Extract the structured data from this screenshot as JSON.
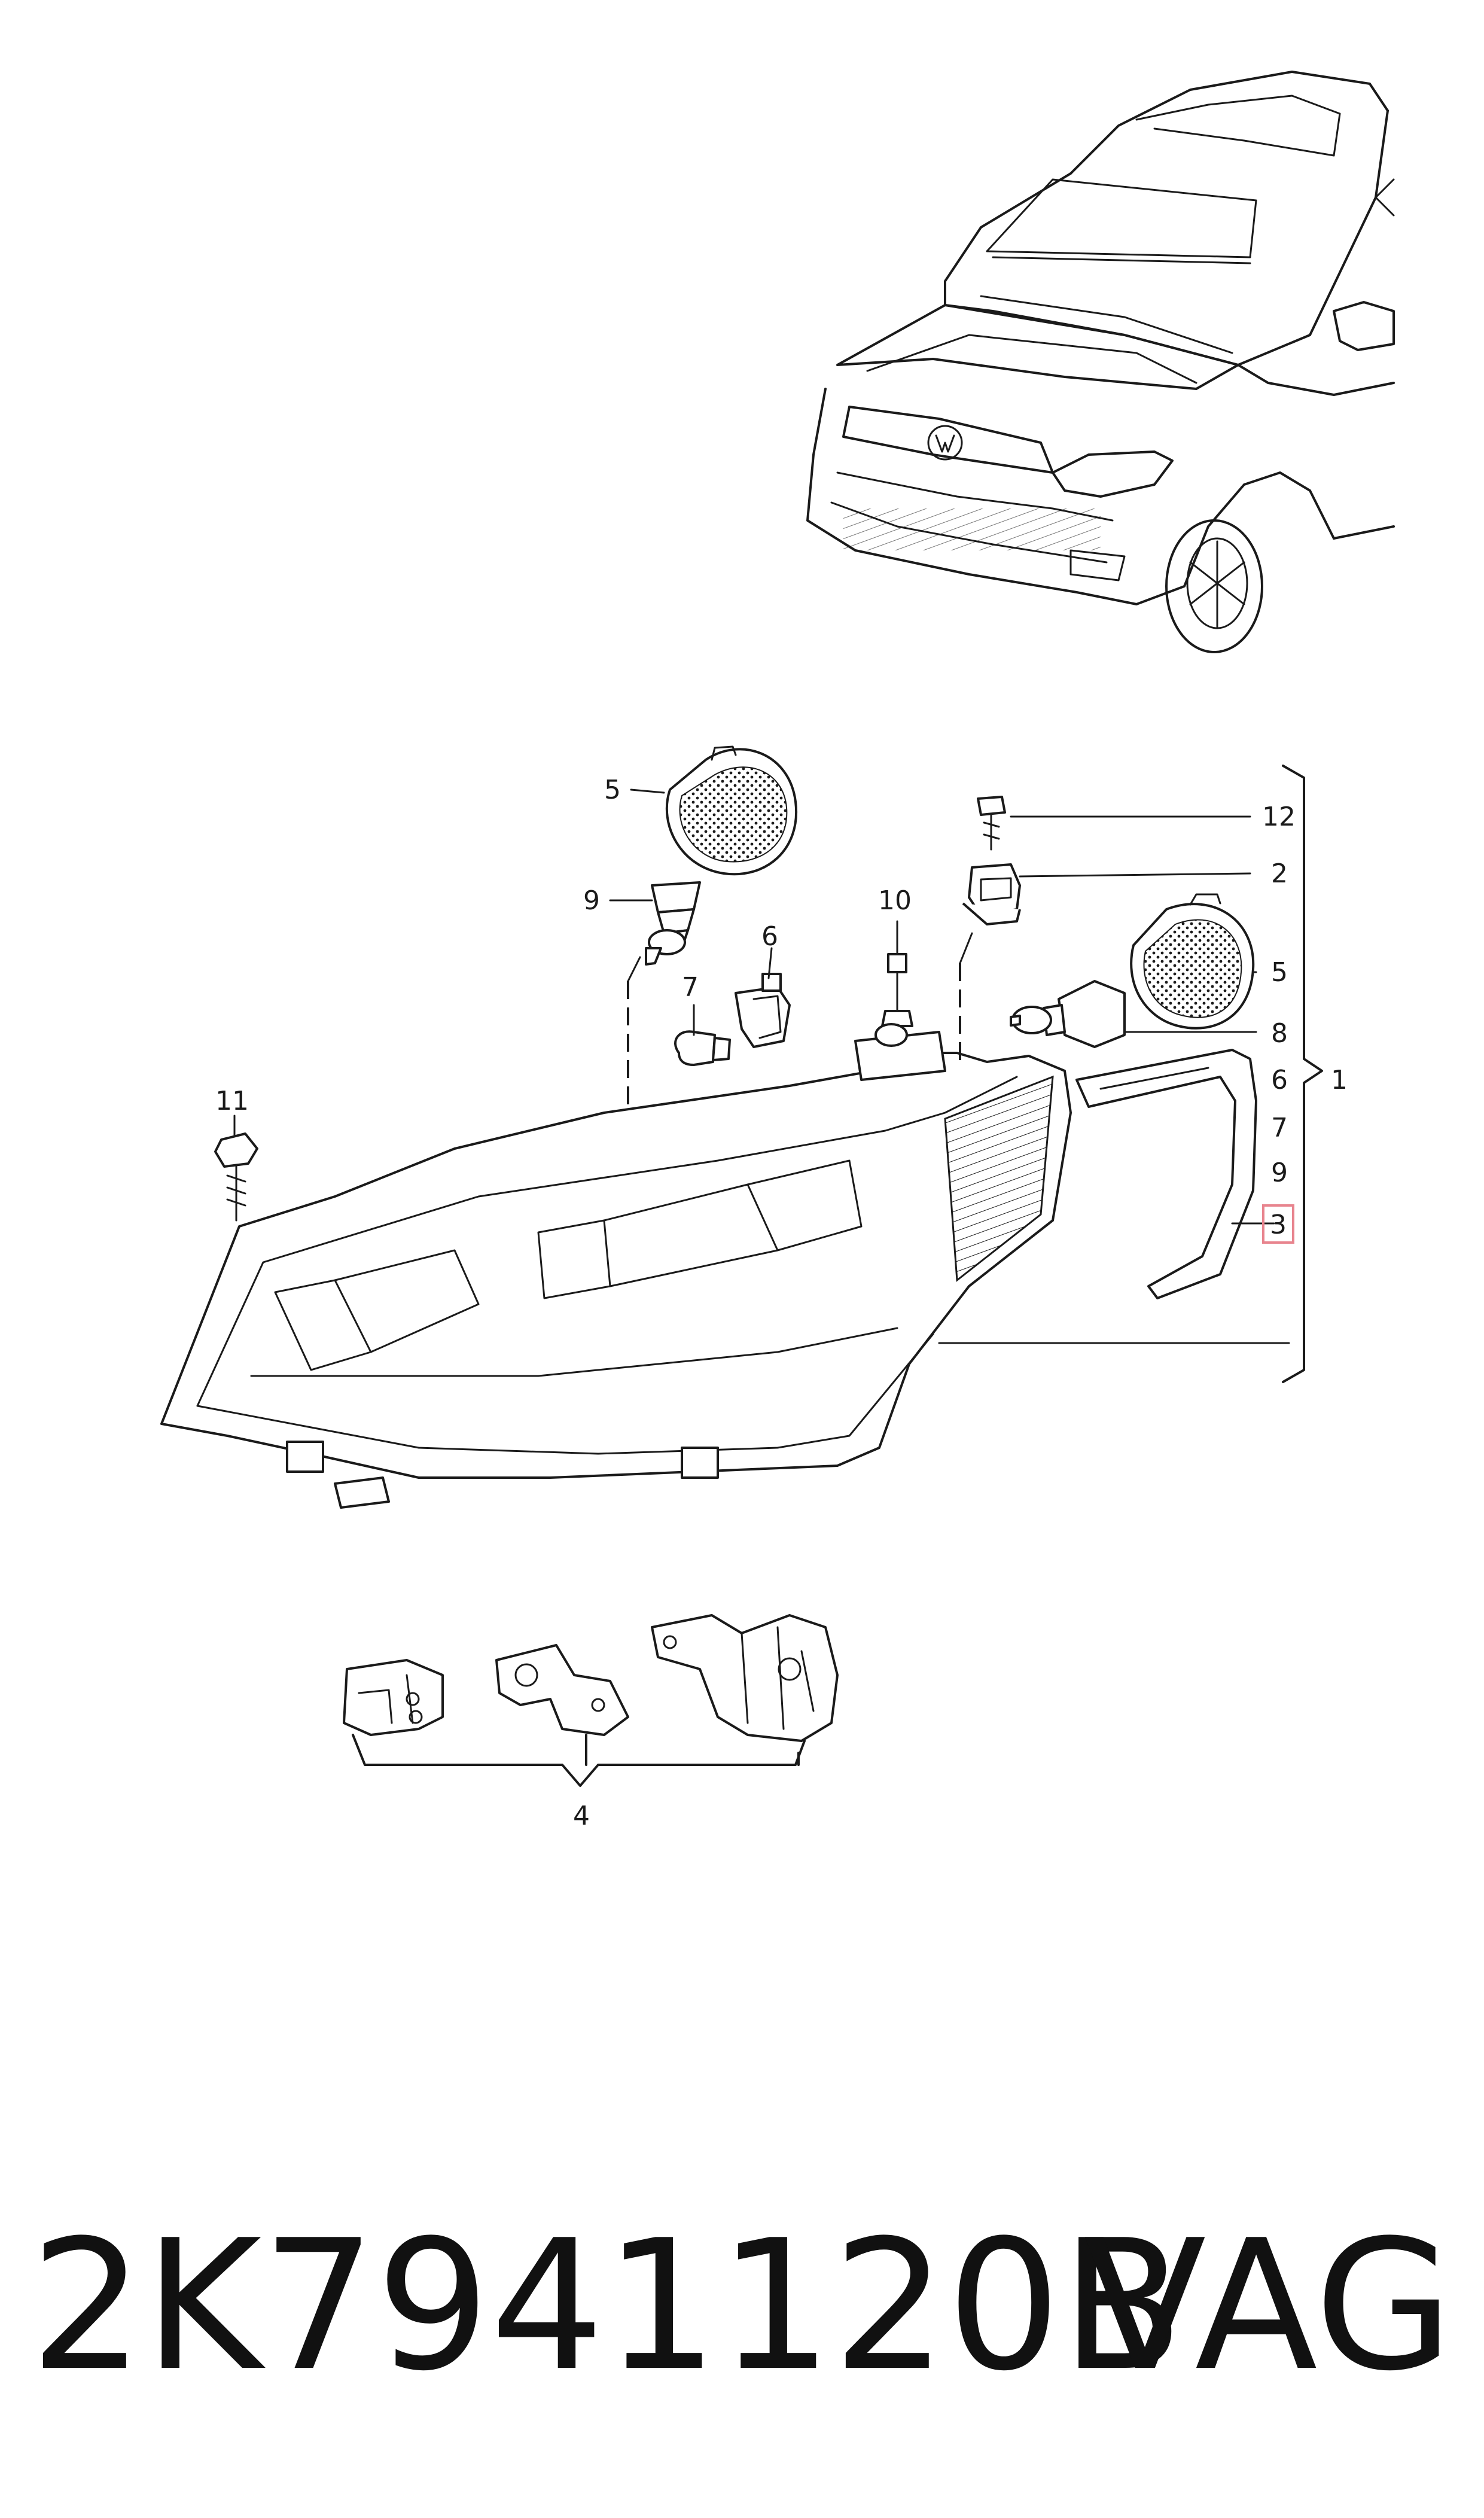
{
  "callouts": {
    "c1": "1",
    "c2": "2",
    "c3": "3",
    "c4": "4",
    "c5a": "5",
    "c5b": "5",
    "c6a": "6",
    "c6b": "6",
    "c7a": "7",
    "c7b": "7",
    "c8": "8",
    "c9a": "9",
    "c9b": "9",
    "c10": "10",
    "c11": "11",
    "c12": "12"
  },
  "highlight_color": "#e8848e",
  "footer": {
    "part_number": "2K7941120B",
    "brand": "VAG"
  }
}
